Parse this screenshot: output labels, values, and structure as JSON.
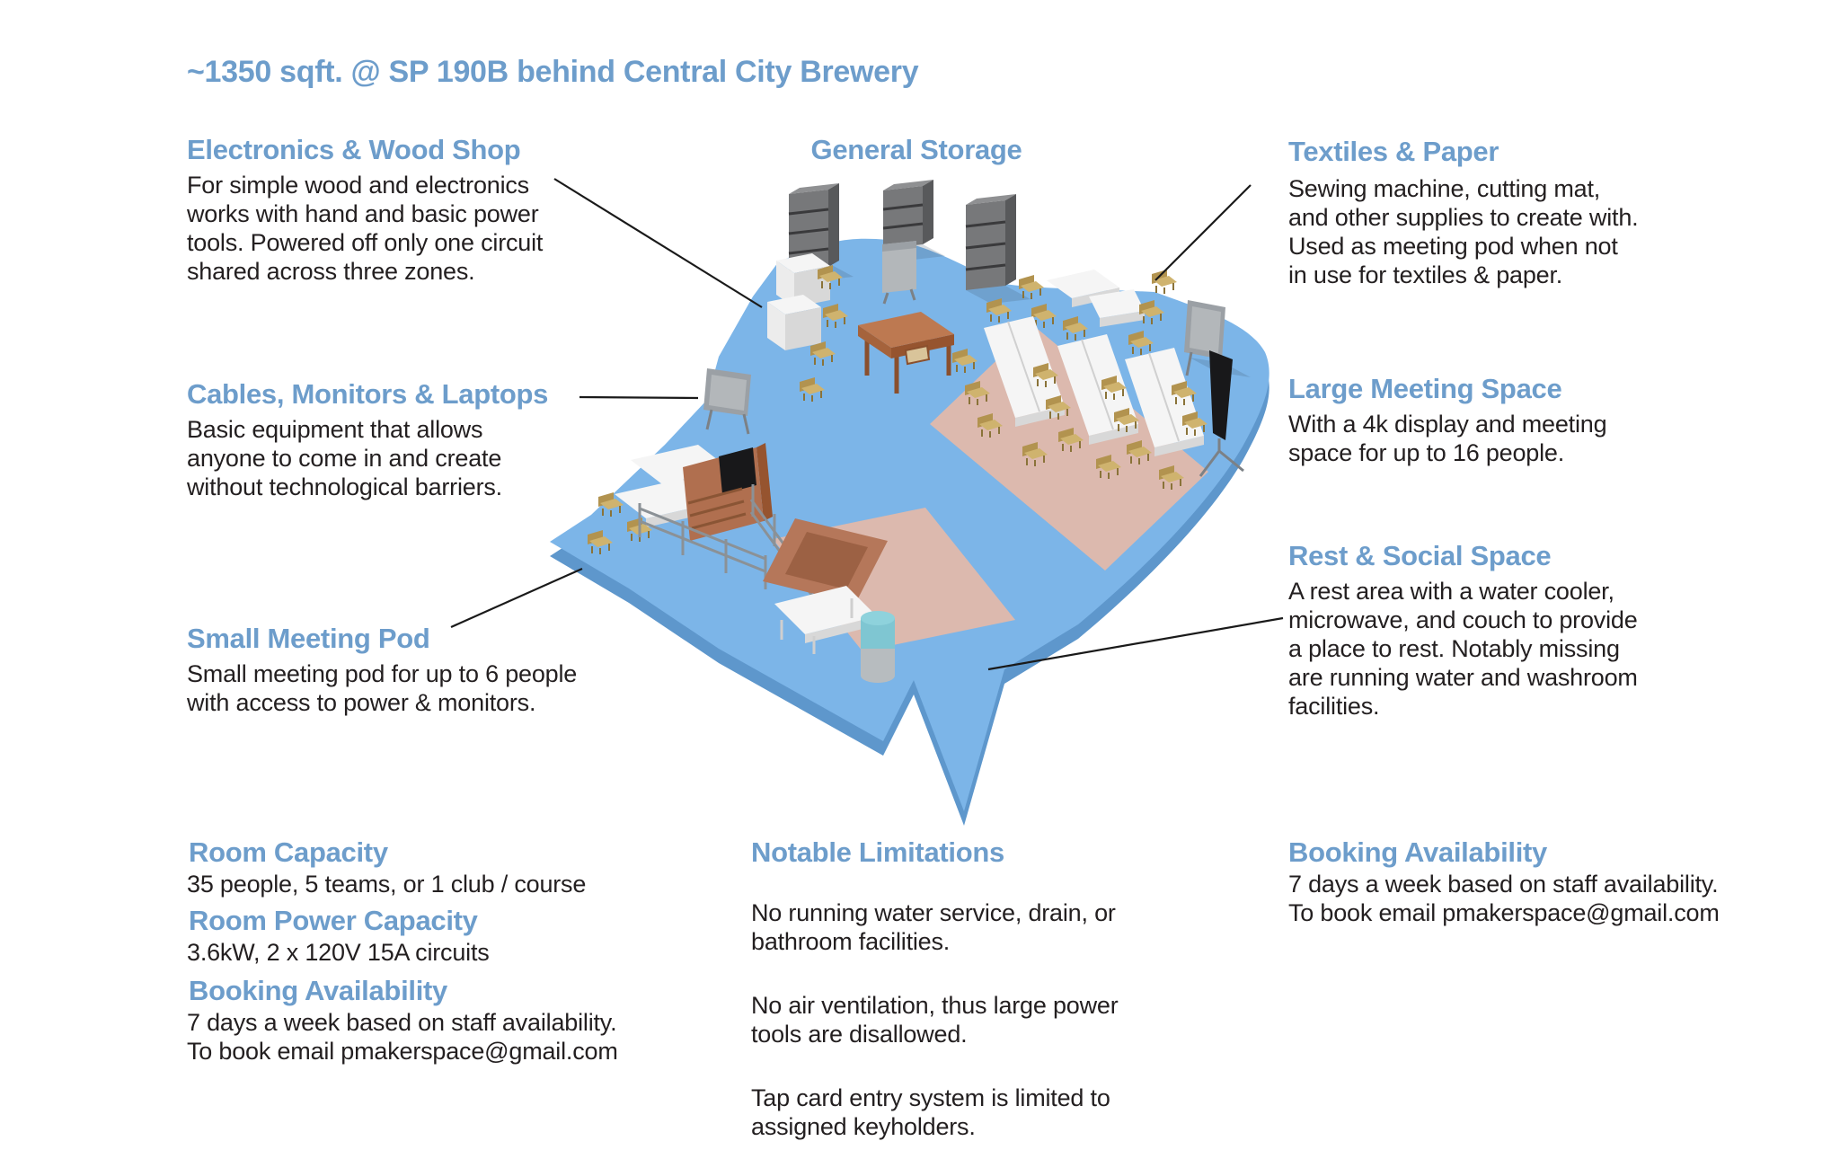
{
  "title": "~1350 sqft. @ SP 190B behind Central City Brewery",
  "zones": {
    "electronics_wood_shop": {
      "heading": "Electronics & Wood Shop",
      "description": "For simple wood and electronics\nworks with hand and basic power\ntools. Powered off only one circuit\nshared across three zones."
    },
    "general_storage": {
      "heading": "General Storage"
    },
    "textiles_paper": {
      "heading": "Textiles & Paper",
      "description": "Sewing machine, cutting mat,\nand other supplies to create with.\nUsed as meeting pod when not\nin use for textiles & paper."
    },
    "cables_monitors_laptops": {
      "heading": "Cables, Monitors & Laptops",
      "description": "Basic equipment that allows\nanyone to come in and create\nwithout technological barriers."
    },
    "large_meeting_space": {
      "heading": "Large Meeting Space",
      "description": "With a 4k display and meeting\nspace for up to 16 people."
    },
    "small_meeting_pod": {
      "heading": "Small Meeting Pod",
      "description": "Small meeting pod for up to 6 people\nwith access to power & monitors."
    },
    "rest_social_space": {
      "heading": "Rest & Social Space",
      "description": "A rest area with a water cooler,\nmicrowave, and couch to provide\na place to rest. Notably missing\nare running water and washroom\nfacilities."
    }
  },
  "details": {
    "room_capacity": {
      "heading": "Room Capacity",
      "body": "35 people, 5 teams, or 1 club / course"
    },
    "room_power_capacity": {
      "heading": "Room Power Capacity",
      "body": "3.6kW, 2 x 120V 15A circuits"
    },
    "booking_availability_left": {
      "heading": "Booking Availability",
      "body": "7 days a week based on staff availability.\nTo book email pmakerspace@gmail.com"
    },
    "notable_limitations": {
      "heading": "Notable Limitations",
      "items": [
        "No running water service, drain, or\nbathroom facilities.",
        "No air ventilation, thus large power\ntools are disallowed.",
        "Tap card entry system is limited to\nassigned keyholders."
      ]
    },
    "booking_availability_right": {
      "heading": "Booking Availability",
      "body": "7 days a week based on staff availability.\nTo book email pmakerspace@gmail.com"
    }
  },
  "colors": {
    "heading_blue": "#6d9dcb",
    "text_dark": "#231f20",
    "floor_top": "#7cb5e8",
    "floor_side": "#5e97cc",
    "mat_pink": "#dcb9ae",
    "table_white": "#f5f5f5",
    "table_side": "#d8d8d8",
    "chair_tan": "#cfb36e",
    "chair_back": "#b2934f",
    "shelf_gray": "#77787a",
    "shelf_side": "#58595b",
    "wood_brown": "#bd7951",
    "wood_dark": "#96542f",
    "couch_brown": "#b5775a",
    "couch_seat": "#9c6144",
    "cooler_cyan": "#8ed2dc",
    "metal_gray": "#9ba0a5",
    "railing_gray": "#8b9196",
    "screen_black": "#18181a",
    "leader_black": "#1a1a1a"
  }
}
